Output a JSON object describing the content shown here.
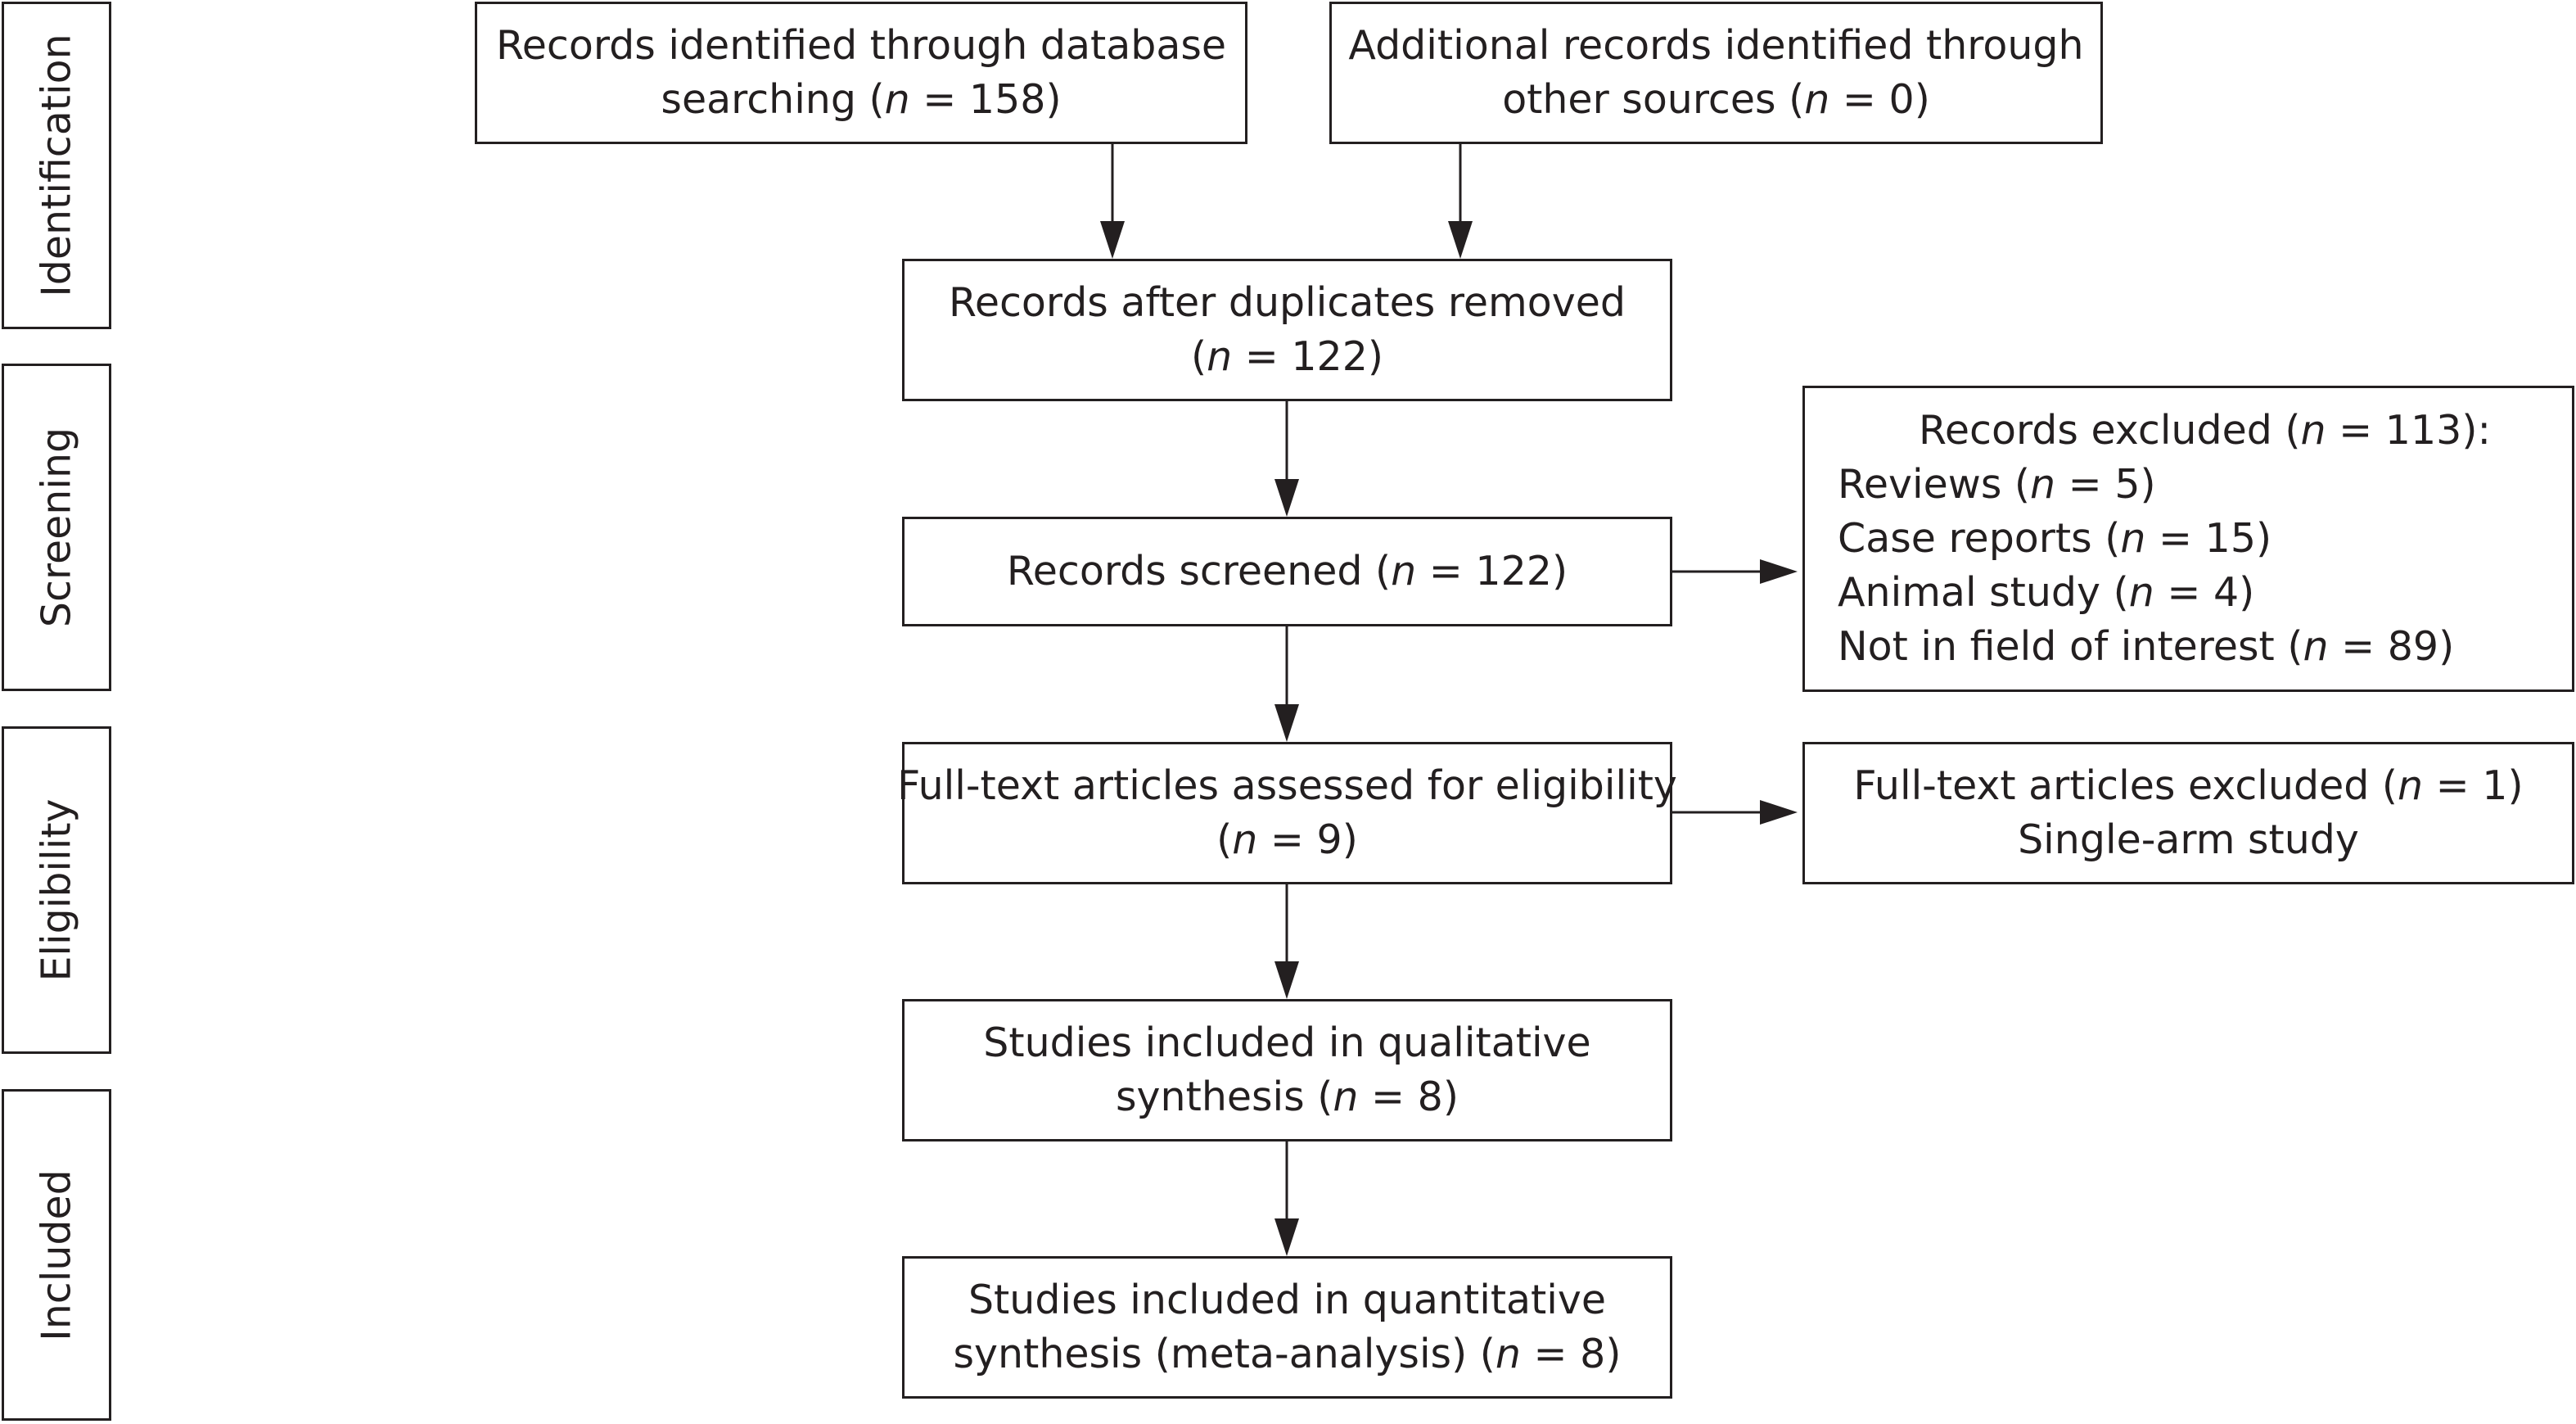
{
  "phases": {
    "identification": "Identification",
    "screening": "Screening",
    "eligibility": "Eligibility",
    "included": "Included"
  },
  "boxes": {
    "database": {
      "line1": "Records identified through database",
      "line2_pre": "searching (",
      "n_label": "n",
      "line2_post": " = 158)"
    },
    "other_sources": {
      "line1": "Additional records identified through",
      "line2_pre": "other sources (",
      "n_label": "n",
      "line2_post": " = 0)"
    },
    "duplicates_removed": {
      "line1": "Records after duplicates removed",
      "line2_pre": "(",
      "n_label": "n",
      "line2_post": " = 122)"
    },
    "screened": {
      "line1_pre": "Records screened (",
      "n_label": "n",
      "line1_post": " = 122)"
    },
    "excluded": {
      "title_pre": "Records excluded (",
      "title_n": "n",
      "title_post": " = 113):",
      "items": [
        {
          "pre": "Reviews (",
          "n": "n",
          "post": " = 5)"
        },
        {
          "pre": "Case reports (",
          "n": "n",
          "post": " = 15)"
        },
        {
          "pre": "Animal study (",
          "n": "n",
          "post": " = 4)"
        },
        {
          "pre": "Not in field of interest (",
          "n": "n",
          "post": " = 89)"
        }
      ]
    },
    "full_text": {
      "line1": "Full-text articles assessed for eligibility",
      "line2_pre": "(",
      "n_label": "n",
      "line2_post": " = 9)"
    },
    "full_text_excluded": {
      "line1_pre": "Full-text articles excluded (",
      "n_label": "n",
      "line1_post": " = 1)",
      "line2": "Single-arm study"
    },
    "qualitative": {
      "line1": "Studies included in qualitative",
      "line2_pre": "synthesis (",
      "n_label": "n",
      "line2_post": " = 8)"
    },
    "quantitative": {
      "line1": "Studies included in quantitative",
      "line2_pre": "synthesis (meta-analysis) (",
      "n_label": "n",
      "line2_post": " = 8)"
    }
  },
  "colors": {
    "stroke": "#231f20",
    "background": "#ffffff"
  }
}
